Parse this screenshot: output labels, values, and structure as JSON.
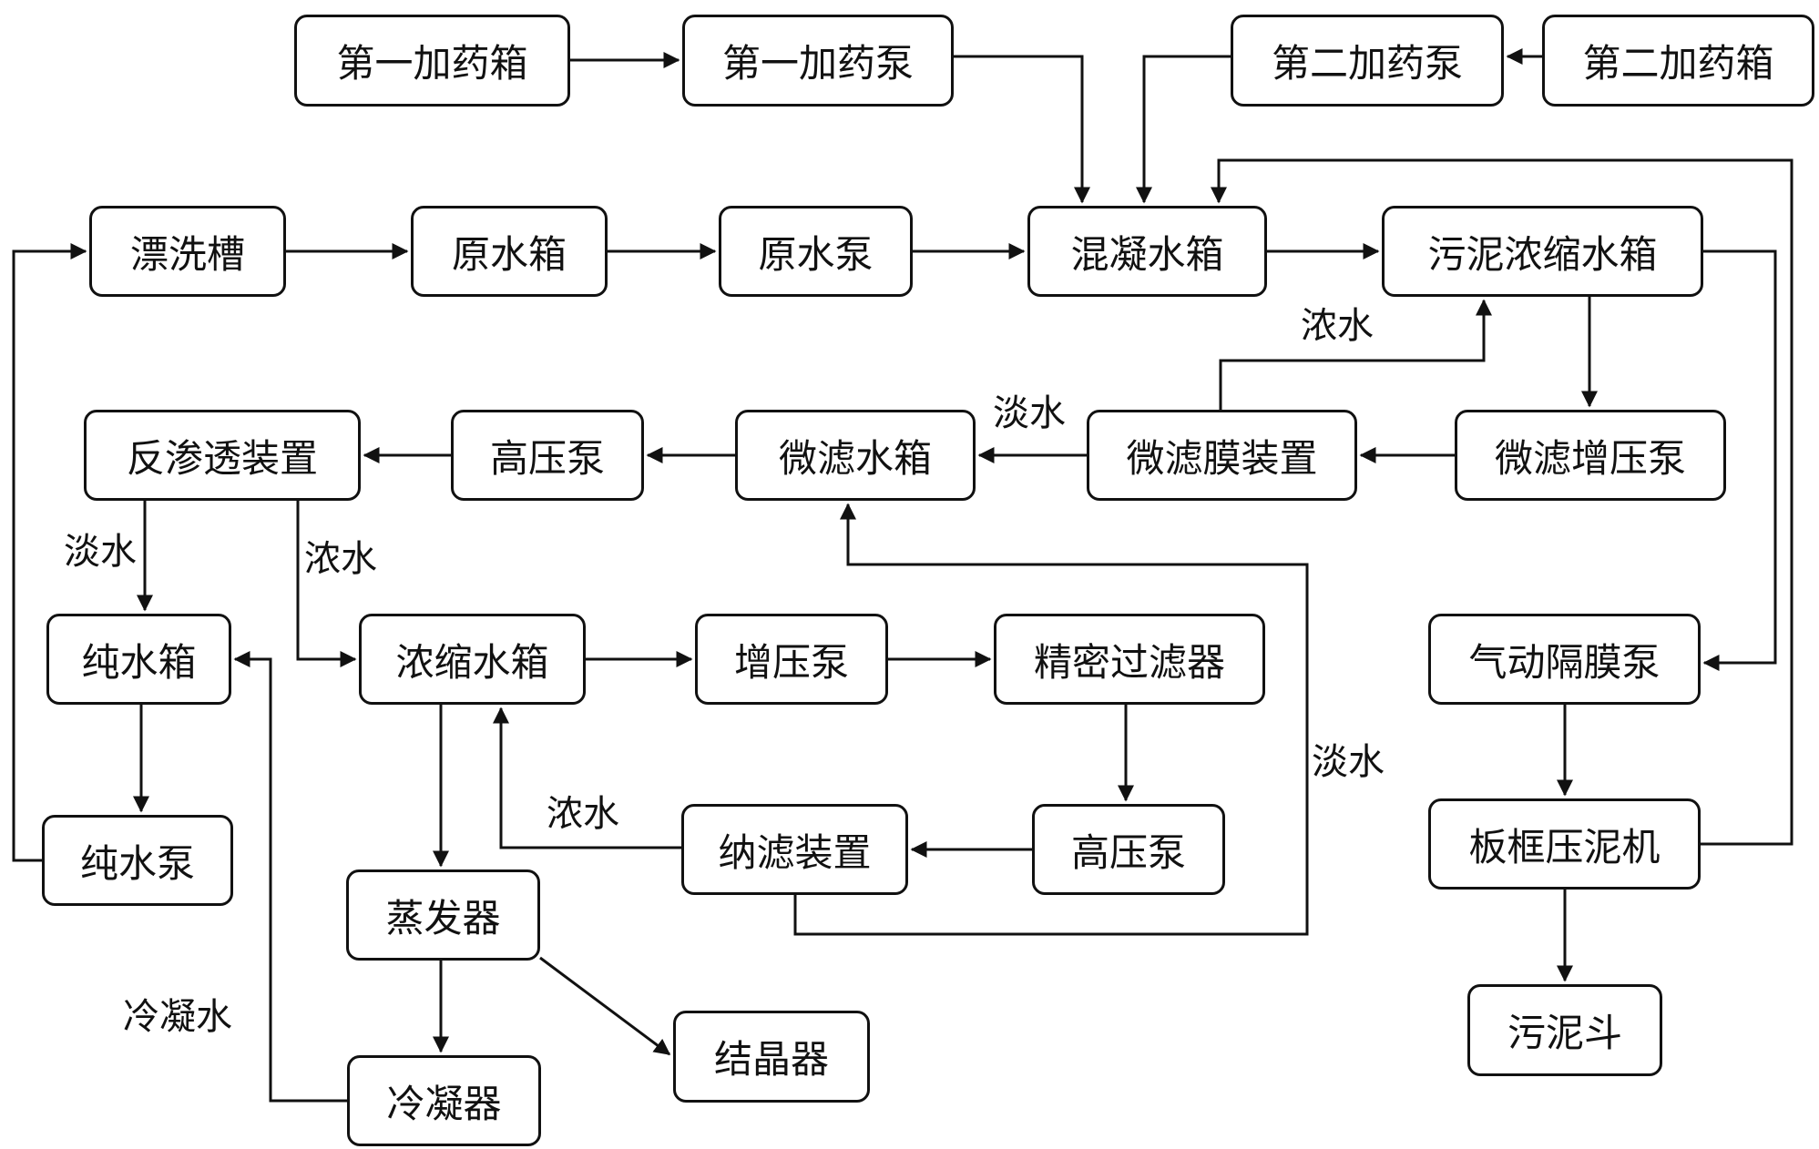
{
  "nodes": {
    "dosing_tank_1": "第一加药箱",
    "dosing_pump_1": "第一加药泵",
    "dosing_pump_2": "第二加药泵",
    "dosing_tank_2": "第二加药箱",
    "rinse_tank": "漂洗槽",
    "raw_water_tank": "原水箱",
    "raw_water_pump": "原水泵",
    "coagulation_tank": "混凝水箱",
    "sludge_thickening_tank": "污泥浓缩水箱",
    "ro_unit": "反渗透装置",
    "hp_pump_1": "高压泵",
    "mf_water_tank": "微滤水箱",
    "mf_membrane_unit": "微滤膜装置",
    "mf_booster_pump": "微滤增压泵",
    "pure_water_tank": "纯水箱",
    "concentrate_tank": "浓缩水箱",
    "booster_pump": "增压泵",
    "precision_filter": "精密过滤器",
    "diaphragm_pump": "气动隔膜泵",
    "pure_water_pump": "纯水泵",
    "nf_unit": "纳滤装置",
    "hp_pump_2": "高压泵",
    "filter_press": "板框压泥机",
    "evaporator": "蒸发器",
    "sludge_hopper": "污泥斗",
    "crystallizer": "结晶器",
    "condenser": "冷凝器"
  },
  "edge_labels": {
    "mf_concentrate": "浓水",
    "mf_permeate": "淡水",
    "ro_permeate": "淡水",
    "ro_concentrate": "浓水",
    "nf_concentrate": "浓水",
    "nf_permeate": "淡水",
    "condensate": "冷凝水"
  },
  "colors": {
    "line": "#111111",
    "box_fill": "#ffffff"
  }
}
